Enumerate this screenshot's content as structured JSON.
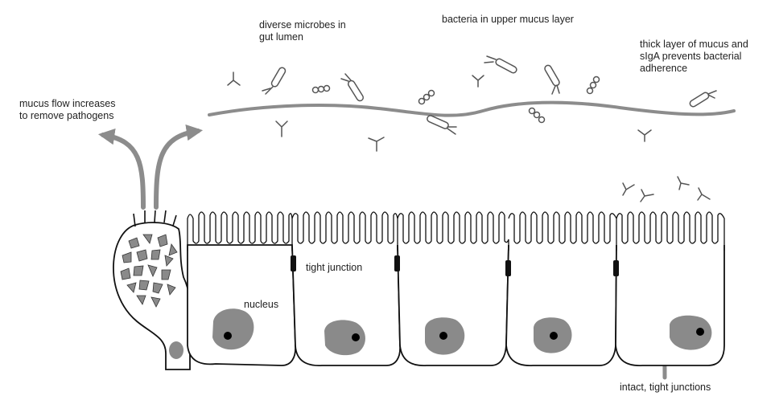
{
  "labels": {
    "diverse_microbes": "diverse microbes in\ngut lumen",
    "bacteria_upper": "bacteria in upper mucus layer",
    "thick_layer": "thick layer of mucus and\nsIgA prevents bacterial\nadherence",
    "mucus_flow": "mucus flow increases\nto remove pathogens",
    "tight_junction": "tight junction",
    "nucleus": "nucleus",
    "intact_junctions": "intact, tight junctions"
  },
  "colors": {
    "mucus_line": "#8c8c8c",
    "arrow": "#8c8c8c",
    "nucleus_fill": "#8a8a8a",
    "outline": "#111111",
    "microbe": "#555555",
    "granule": "#8a8a8a"
  }
}
